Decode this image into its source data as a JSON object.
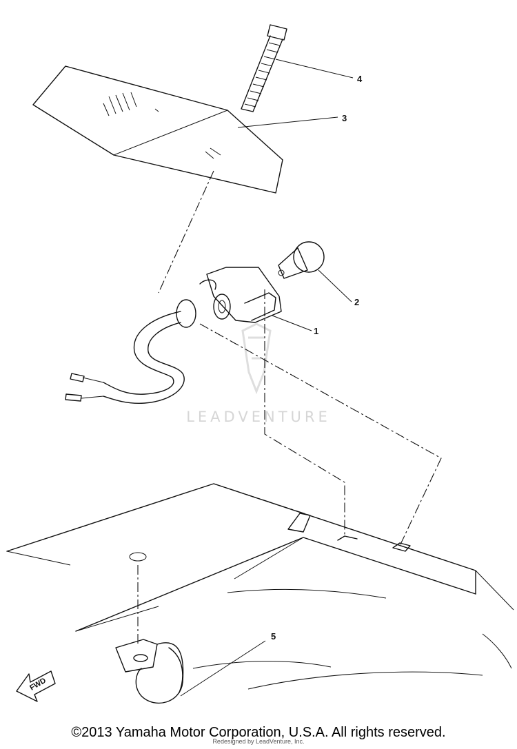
{
  "callouts": [
    {
      "id": "1",
      "label": "1"
    },
    {
      "id": "2",
      "label": "2"
    },
    {
      "id": "3",
      "label": "3"
    },
    {
      "id": "4",
      "label": "4"
    },
    {
      "id": "5",
      "label": "5"
    }
  ],
  "direction_marker": "FWD",
  "watermark": "LEADVENTURE",
  "copyright": "©2013 Yamaha Motor Corporation, U.S.A. All rights reserved.",
  "overprint": "Redesigned by LeadVenture, Inc."
}
